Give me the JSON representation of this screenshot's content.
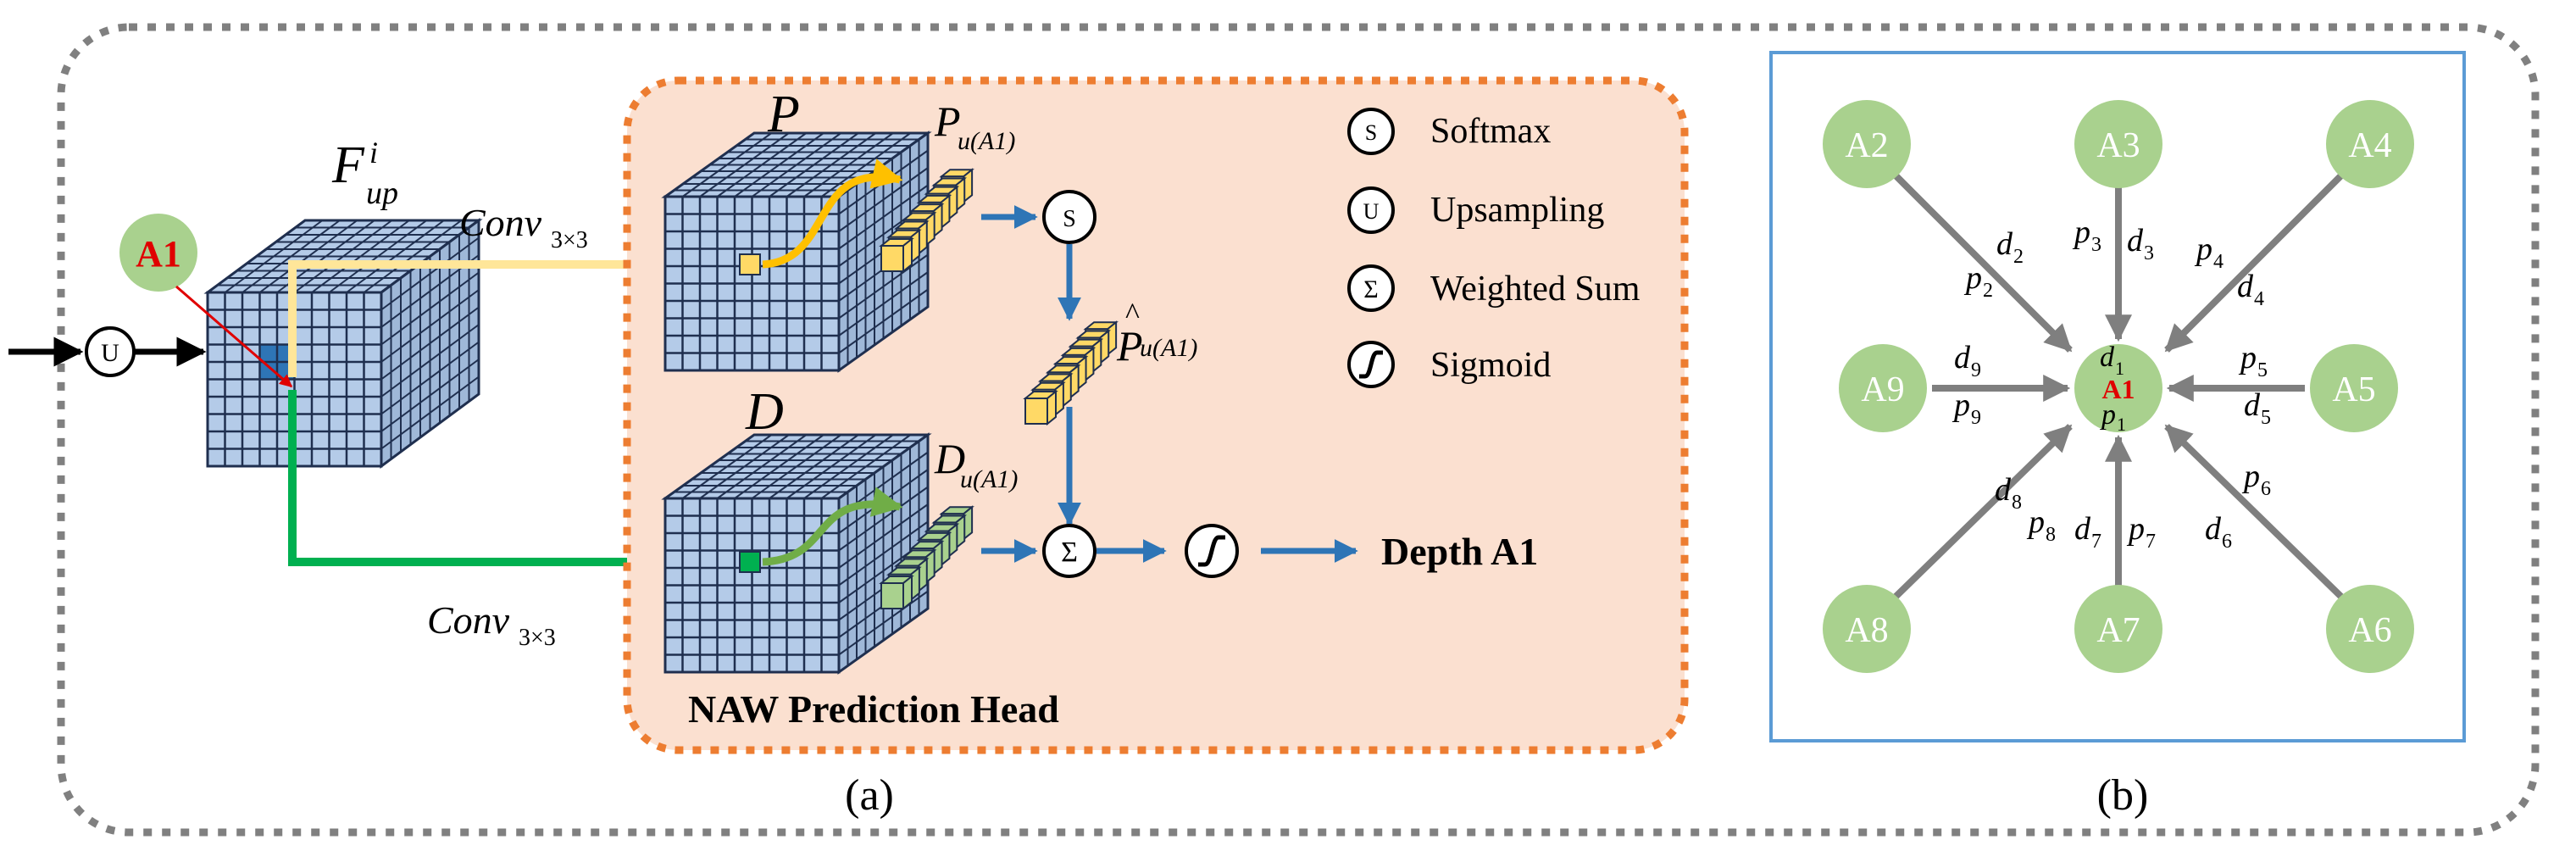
{
  "panel_a": {
    "caption": "(a)",
    "head_label": "NAW Prediction Head",
    "feature_sym": "F",
    "feature_sub": "up",
    "feature_sup": "i",
    "a1_label": "A1",
    "upsample_symbol": "U",
    "conv_base": "Conv",
    "conv_sub": "3×3",
    "p_label": "P",
    "d_label": "D",
    "pu_base": "P",
    "pu_sub": "u(A1)",
    "phat_base": "P",
    "phat_hat": "^",
    "phat_sub": "u(A1)",
    "du_base": "D",
    "du_sub": "u(A1)",
    "softmax_symbol": "S",
    "sum_symbol": "Σ",
    "output_label": "Depth A1"
  },
  "legend": [
    {
      "symbol": "S",
      "label": "Softmax",
      "icon": "softmax-icon"
    },
    {
      "symbol": "U",
      "label": "Upsampling",
      "icon": "upsampling-icon"
    },
    {
      "symbol": "Σ",
      "label": "Weighted Sum",
      "icon": "weighted-sum-icon"
    },
    {
      "symbol": "",
      "label": "Sigmoid",
      "icon": "sigmoid-icon"
    }
  ],
  "panel_b": {
    "caption": "(b)",
    "center_label": "A1",
    "center_d": {
      "base": "d",
      "sub": "1"
    },
    "center_p": {
      "base": "p",
      "sub": "1"
    },
    "nodes": [
      "A2",
      "A3",
      "A4",
      "A5",
      "A6",
      "A7",
      "A8",
      "A9"
    ],
    "edge_labels": {
      "d2": {
        "base": "d",
        "sub": "2"
      },
      "p2": {
        "base": "p",
        "sub": "2"
      },
      "d3": {
        "base": "d",
        "sub": "3"
      },
      "p3": {
        "base": "p",
        "sub": "3"
      },
      "d4": {
        "base": "d",
        "sub": "4"
      },
      "p4": {
        "base": "p",
        "sub": "4"
      },
      "d5": {
        "base": "d",
        "sub": "5"
      },
      "p5": {
        "base": "p",
        "sub": "5"
      },
      "d6": {
        "base": "d",
        "sub": "6"
      },
      "p6": {
        "base": "p",
        "sub": "6"
      },
      "d7": {
        "base": "d",
        "sub": "7"
      },
      "p7": {
        "base": "p",
        "sub": "7"
      },
      "d8": {
        "base": "d",
        "sub": "8"
      },
      "p8": {
        "base": "p",
        "sub": "8"
      },
      "d9": {
        "base": "d",
        "sub": "9"
      },
      "p9": {
        "base": "p",
        "sub": "9"
      }
    }
  },
  "colors": {
    "node_green": "#a9d18e",
    "a1_red": "#e00000",
    "cube_face": "#b4cbe8",
    "cube_dark": "#2e75b6",
    "grid_line": "#1f2f4f",
    "head_bg": "#fbe0d0",
    "head_border": "#ed7d31",
    "flow_blue": "#2e75b6",
    "conv_yellow": "#ffe699",
    "conv_green": "#00b050",
    "arrow_yellow": "#ffc000",
    "arrow_green": "#70ad47",
    "vec_yellow": "#ffd966",
    "vec_green": "#a9d18e",
    "gray_arrow": "#7f7f7f",
    "panel_b_border": "#5b9bd5",
    "dotted_border": "#808080"
  }
}
